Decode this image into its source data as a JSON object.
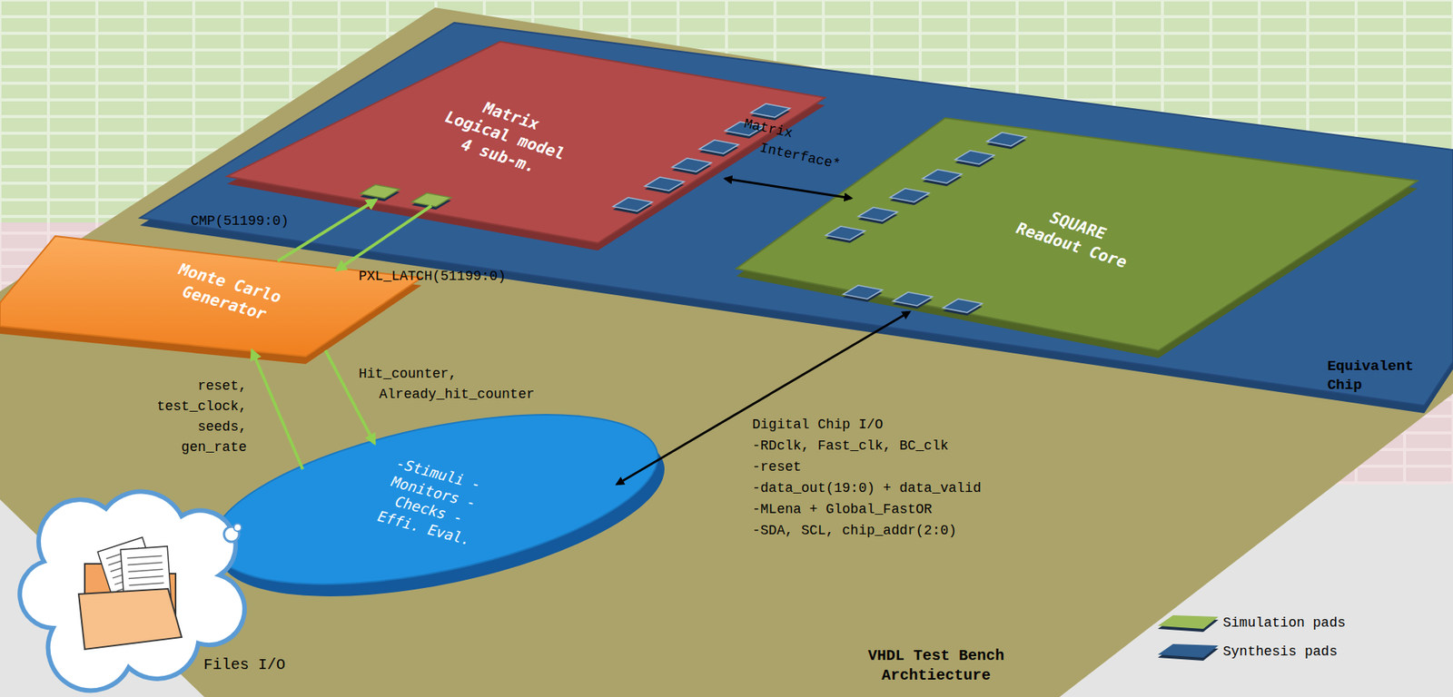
{
  "diagram": {
    "nodes": [
      {
        "text": [
          "VHDL Test Bench Archtiecture"
        ]
      },
      {
        "text": [
          "Equivalent Chip"
        ],
        "in": 0
      },
      {
        "text": [
          "Matrix Logical model 4 sub-m."
        ],
        "in": 1
      },
      {
        "text": [
          "SQUARE Readout Core"
        ],
        "in": 1
      },
      {
        "text": [
          "Monte Carlo Generator"
        ],
        "in": 0
      },
      {
        "text": [
          "-Stimuli -Monitors -Checks -Effi. Eval."
        ],
        "in": 0
      },
      {
        "text": [
          "Files I/O"
        ],
        "in": 0
      }
    ],
    "edges": [
      {
        "from": 4,
        "to": 2,
        "arrow": "to",
        "label": "CMP(51199:0)"
      },
      {
        "from": 2,
        "to": 4,
        "arrow": "to",
        "label": "PXL_LATCH(51199:0)"
      },
      {
        "from": 5,
        "to": 4,
        "arrow": "to",
        "label": "reset, test_clock, seeds, gen_rate"
      },
      {
        "from": 4,
        "to": 5,
        "arrow": "to",
        "label": "Hit_counter, Already_hit_counter"
      },
      {
        "from": 2,
        "to": 3,
        "arrow": "both",
        "label": "Matrix Interface*"
      },
      {
        "from": 3,
        "to": 5,
        "arrow": "both",
        "label": "Digital Chip I/O"
      }
    ],
    "labels": [
      "-RDclk, Fast_clk, BC_clk",
      "-reset",
      "-data_out(19:0) + data_valid",
      "-MLena + Global_FastOR",
      "-SDA, SCL, chip_addr(2:0)"
    ],
    "legend": [
      {
        "text": "Simulation pads",
        "color": "#9bbb59"
      },
      {
        "text": "Synthesis pads",
        "color": "#2e5d8e"
      }
    ]
  }
}
